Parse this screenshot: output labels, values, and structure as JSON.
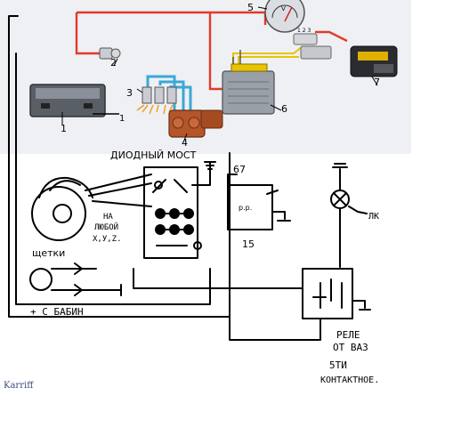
{
  "top_diagram": {
    "callouts": [
      "1",
      "2",
      "3",
      "4",
      "5",
      "6",
      "7"
    ],
    "connector_pins": "1 2 3",
    "gauge_mark": "V",
    "battery_terminal": "1",
    "colors": {
      "panel_bg": "#eef0f4",
      "red_wire": "#e23a2a",
      "blue_wire": "#3aa9d6",
      "yellow_wire": "#e8c400",
      "coil_copper": "#b4552a",
      "spark": "#f0a020",
      "relay_body": "#9aa0a8"
    }
  },
  "hand_diagram": {
    "diode_bridge_label": "ДИОДНЫЙ МОСТ",
    "terminal_67": "67",
    "terminal_15": "15",
    "regulator_label": "р.р.",
    "any_note": [
      "НА",
      "ЛЮБОЙ",
      "Х,У,Z."
    ],
    "brushes_label": "щетки",
    "from_coils_label": "+ С БАБИН",
    "lamp_label": "ЛК",
    "relay_note": [
      "РЕЛЕ",
      "ОТ ВАЗ",
      "5ТИ",
      "КОНТАКТНОЕ."
    ]
  },
  "watermark": "Karriff"
}
